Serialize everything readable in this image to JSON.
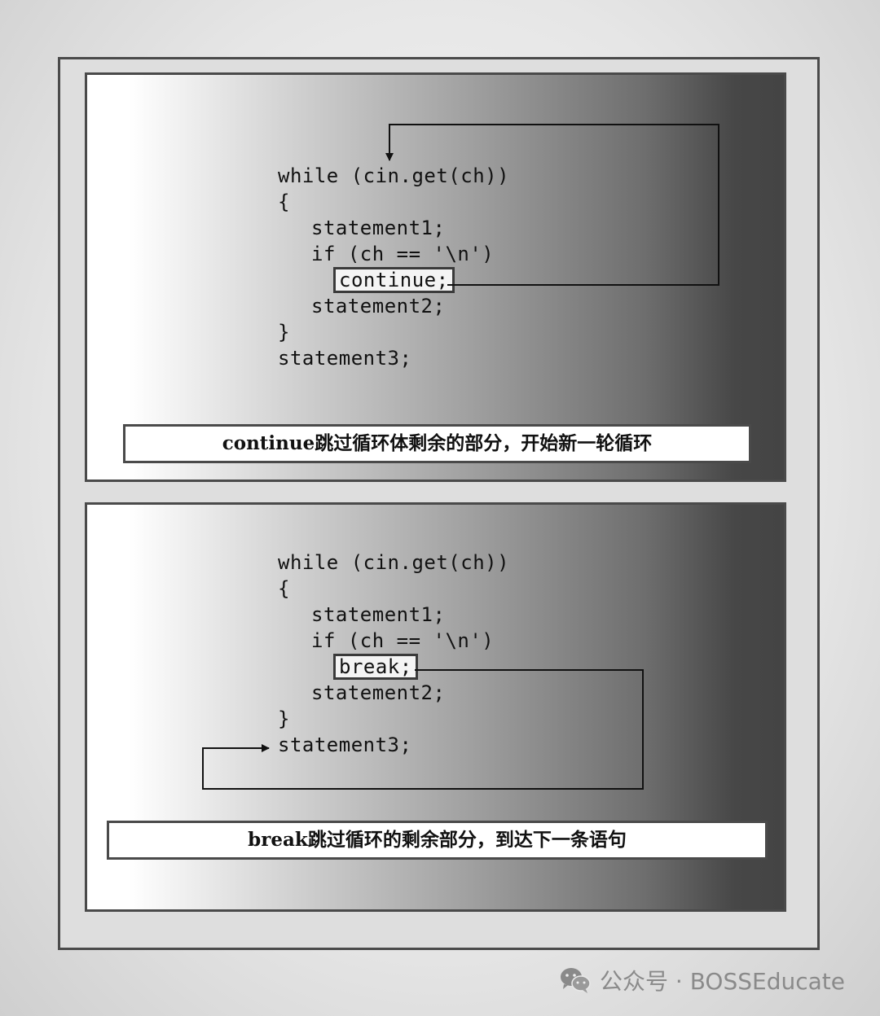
{
  "top_panel": {
    "code": {
      "line1": "while (cin.get(ch))",
      "line2": "{",
      "line3": "statement1;",
      "line4": "if (ch == '\\n')",
      "line5": "continue;",
      "line6": "statement2;",
      "line7": "}",
      "line8": "statement3;"
    },
    "caption": "continue跳过循环体剩余的部分，开始新一轮循环"
  },
  "bottom_panel": {
    "code": {
      "line1": "while (cin.get(ch))",
      "line2": "{",
      "line3": "statement1;",
      "line4": "if (ch == '\\n')",
      "line5": "break;",
      "line6": "statement2;",
      "line7": "}",
      "line8": "statement3;"
    },
    "caption": "break跳过循环的剩余部分，到达下一条语句"
  },
  "watermark": {
    "text": "公众号 · BOSSEducate",
    "icon": "wechat-icon"
  }
}
